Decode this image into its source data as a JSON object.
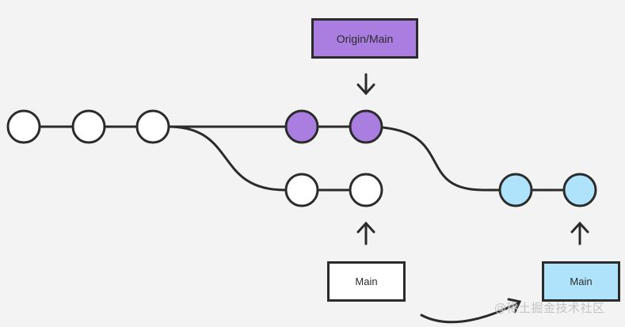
{
  "labels": {
    "origin_main": "Origin/Main",
    "local_main": "Main",
    "remote_main": "Main"
  },
  "watermark": "@稀土掘金技术社区",
  "colors": {
    "line": "#2b2b2b",
    "commit_default": "#ffffff",
    "commit_origin": "#a97ee0",
    "commit_rebased": "#aee3fb",
    "background": "#f3f3f3"
  },
  "commits": [
    {
      "id": "c1",
      "branch": "shared",
      "kind": "default"
    },
    {
      "id": "c2",
      "branch": "shared",
      "kind": "default"
    },
    {
      "id": "c3",
      "branch": "shared",
      "kind": "default"
    },
    {
      "id": "o1",
      "branch": "origin",
      "kind": "origin"
    },
    {
      "id": "o2",
      "branch": "origin",
      "kind": "origin"
    },
    {
      "id": "l1",
      "branch": "local",
      "kind": "default"
    },
    {
      "id": "l2",
      "branch": "local",
      "kind": "default"
    },
    {
      "id": "r1",
      "branch": "rebased",
      "kind": "rebased"
    },
    {
      "id": "r2",
      "branch": "rebased",
      "kind": "rebased"
    }
  ]
}
